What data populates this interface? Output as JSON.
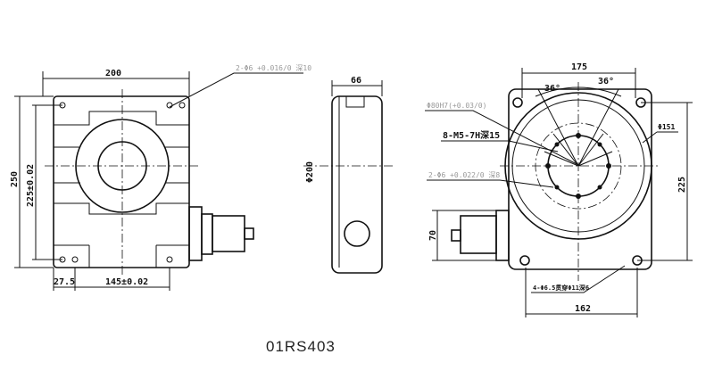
{
  "drawing": {
    "model": "01RS403",
    "front_view": {
      "width": "200",
      "pin_hole_note": "2-Φ6 +0.016/0 深10",
      "height": "250",
      "hole_spacing_vertical": "225±0.02",
      "edge_offset": "27.5",
      "hole_spacing_horizontal": "145±0.02"
    },
    "side_view": {
      "thickness": "66",
      "diameter": "Φ200"
    },
    "top_view": {
      "width": "175",
      "angle_left": "36°",
      "angle_right": "36°",
      "bore_note": "Φ80H7(+0.03/0)",
      "thread_note": "8-M5-7H深15",
      "pcd": "Φ151",
      "pin_hole_note": "2-Φ6 +0.022/0 深8",
      "hole_spacing_vertical": "225",
      "motor_height": "70",
      "mount_hole_note": "4-Φ6.5贯穿Φ11深6",
      "hole_spacing_horizontal": "162"
    }
  }
}
